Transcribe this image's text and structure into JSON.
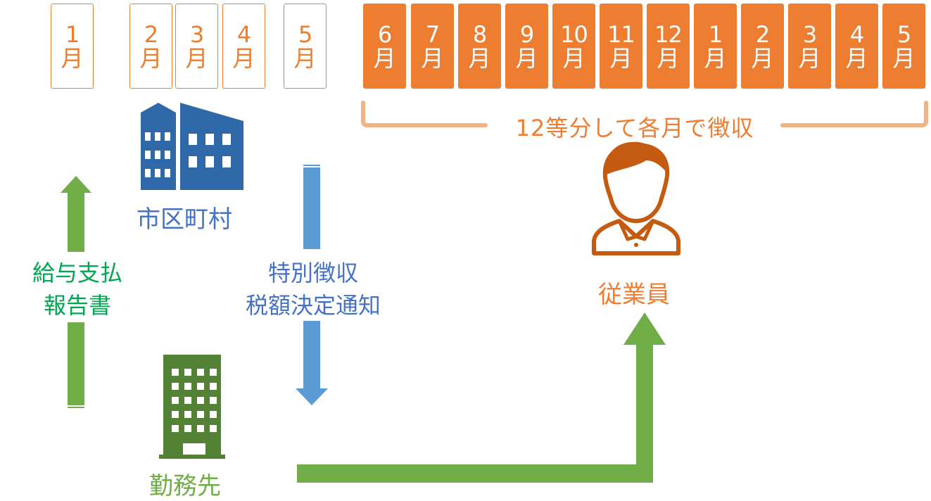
{
  "timeline": {
    "months": [
      {
        "num": "1",
        "unit": "月",
        "style": "outline"
      },
      {
        "num": "2",
        "unit": "月",
        "style": "outline"
      },
      {
        "num": "3",
        "unit": "月",
        "style": "outline"
      },
      {
        "num": "4",
        "unit": "月",
        "style": "outline"
      },
      {
        "num": "5",
        "unit": "月",
        "style": "outline"
      },
      {
        "num": "6",
        "unit": "月",
        "style": "filled"
      },
      {
        "num": "7",
        "unit": "月",
        "style": "filled"
      },
      {
        "num": "8",
        "unit": "月",
        "style": "filled"
      },
      {
        "num": "9",
        "unit": "月",
        "style": "filled"
      },
      {
        "num": "10",
        "unit": "月",
        "style": "filled"
      },
      {
        "num": "11",
        "unit": "月",
        "style": "filled"
      },
      {
        "num": "12",
        "unit": "月",
        "style": "filled"
      },
      {
        "num": "1",
        "unit": "月",
        "style": "filled"
      },
      {
        "num": "2",
        "unit": "月",
        "style": "filled"
      },
      {
        "num": "3",
        "unit": "月",
        "style": "filled"
      },
      {
        "num": "4",
        "unit": "月",
        "style": "filled"
      },
      {
        "num": "5",
        "unit": "月",
        "style": "filled"
      }
    ],
    "period_label": "12等分して各月で徴収"
  },
  "nodes": {
    "city": {
      "label": "市区町村",
      "icon": "city-hall-building-icon"
    },
    "employer": {
      "label": "勤務先",
      "icon": "office-building-icon"
    },
    "employee": {
      "label": "従業員",
      "icon": "person-icon"
    }
  },
  "flows": {
    "report": {
      "line1": "給与支払",
      "line2": "報告書"
    },
    "notice": {
      "line1": "特別徴収",
      "line2": "税額決定通知"
    }
  },
  "colors": {
    "orange": "#ed7d31",
    "orange_light": "#f4b183",
    "green": "#70ad47",
    "green_text": "#00a650",
    "blue": "#5b9bd5",
    "blue_dark": "#2e68a8",
    "blue_text": "#4472c4",
    "brown": "#c55a11",
    "dark_green": "#548235"
  }
}
